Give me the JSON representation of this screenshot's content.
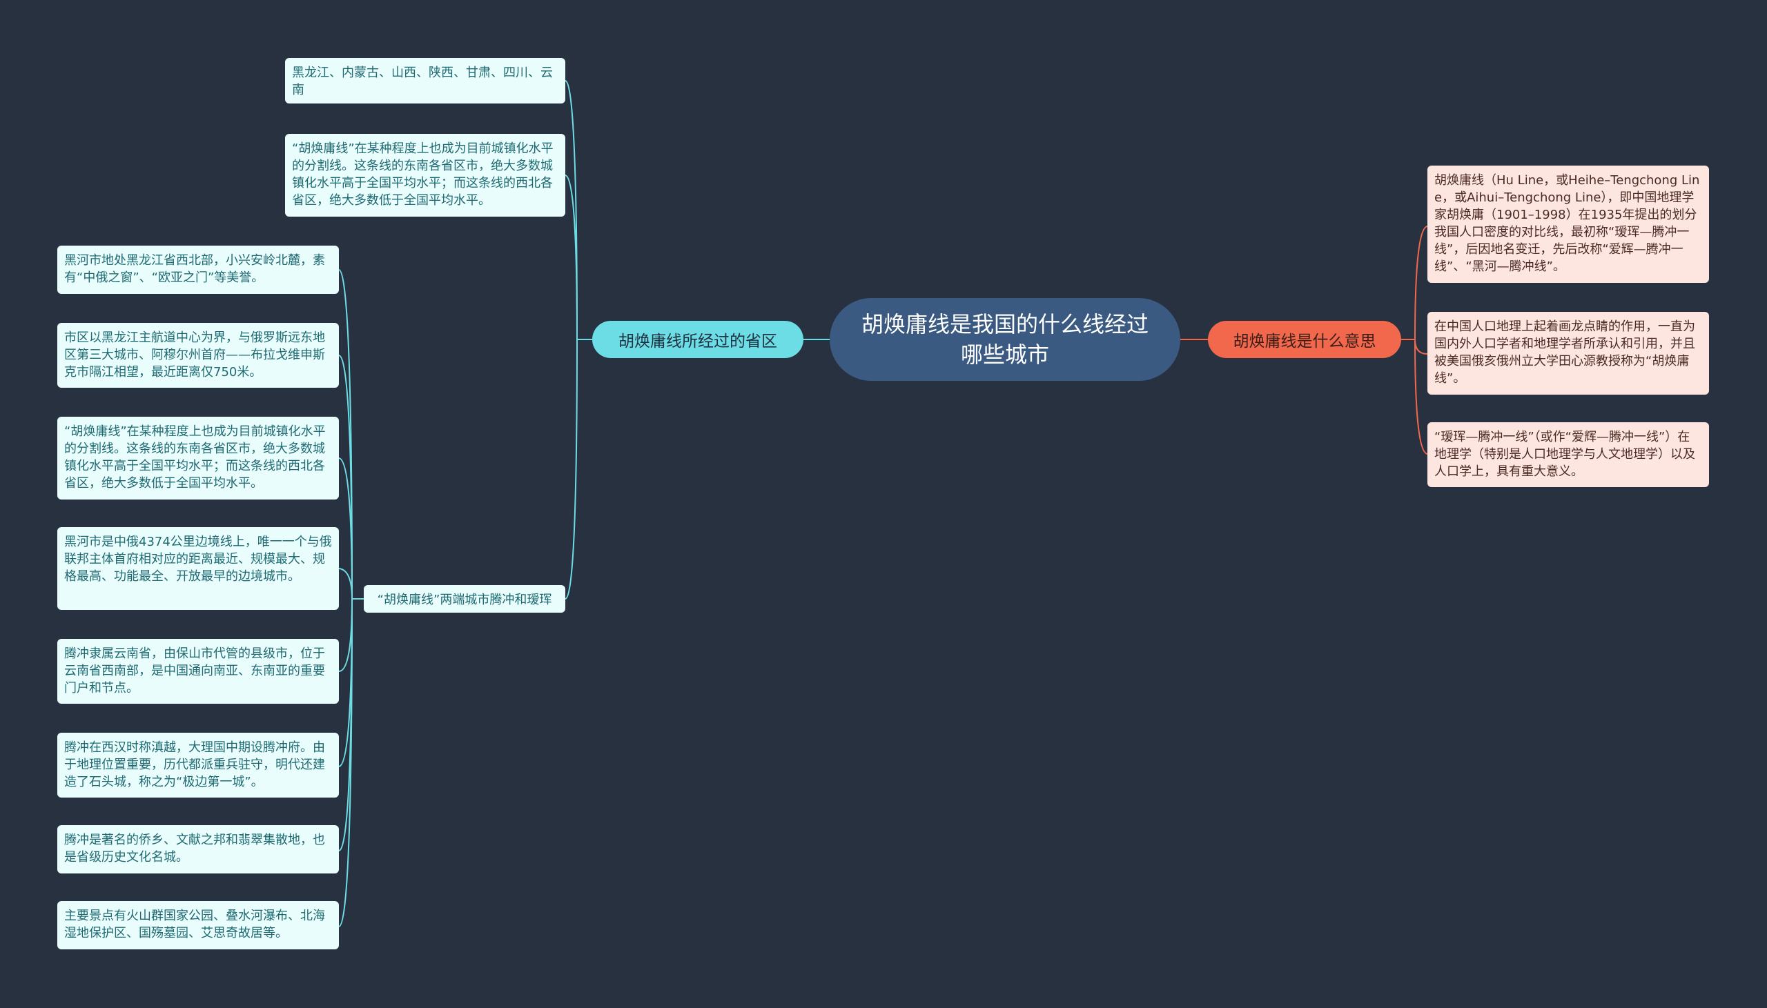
{
  "root": {
    "title": "胡焕庸线是我国的什么线经过哪些城市"
  },
  "left_branch": {
    "label": "胡焕庸线所经过的省区",
    "children": [
      "黑龙江、内蒙古、山西、陕西、甘肃、四川、云南",
      "“胡焕庸线”在某种程度上也成为目前城镇化水平的分割线。这条线的东南各省区市，绝大多数城镇化水平高于全国平均水平；而这条线的西北各省区，绝大多数低于全国平均水平。"
    ],
    "sub_branch": {
      "label": "“胡焕庸线”两端城市腾冲和瑷珲",
      "children": [
        "黑河市地处黑龙江省西北部，小兴安岭北麓，素有“中俄之窗”、“欧亚之门”等美誉。",
        "市区以黑龙江主航道中心为界，与俄罗斯远东地区第三大城市、阿穆尔州首府——布拉戈维申斯克市隔江相望，最近距离仅750米。",
        "“胡焕庸线”在某种程度上也成为目前城镇化水平的分割线。这条线的东南各省区市，绝大多数城镇化水平高于全国平均水平；而这条线的西北各省区，绝大多数低于全国平均水平。",
        "黑河市是中俄4374公里边境线上，唯一一个与俄联邦主体首府相对应的距离最近、规模最大、规格最高、功能最全、开放最早的边境城市。",
        "腾冲隶属云南省，由保山市代管的县级市，位于云南省西南部，是中国通向南亚、东南亚的重要门户和节点。",
        "腾冲在西汉时称滇越，大理国中期设腾冲府。由于地理位置重要，历代都派重兵驻守，明代还建造了石头城，称之为“极边第一城”。",
        "腾冲是著名的侨乡、文献之邦和翡翠集散地，也是省级历史文化名城。",
        "主要景点有火山群国家公园、叠水河瀑布、北海湿地保护区、国殇墓园、艾思奇故居等。"
      ]
    }
  },
  "right_branch": {
    "label": "胡焕庸线是什么意思",
    "children": [
      "胡焕庸线（Hu Line，或Heihe–Tengchong Line，或Aihui–Tengchong Line），即中国地理学家胡焕庸（1901–1998）在1935年提出的划分我国人口密度的对比线，最初称“瑷珲—腾冲一线”，后因地名变迁，先后改称“爱辉—腾冲一线”、“黑河—腾冲线”。",
      "在中国人口地理上起着画龙点睛的作用，一直为国内外人口学者和地理学者所承认和引用，并且被美国俄亥俄州立大学田心源教授称为“胡焕庸线”。",
      "“瑷珲—腾冲一线”（或作“爱辉—腾冲一线”）在地理学（特别是人口地理学与人文地理学）以及人口学上，具有重大意义。"
    ]
  },
  "colors": {
    "background": "#283140",
    "root": "#3b5a82",
    "left_branch": "#6cdde4",
    "right_branch": "#f2684c",
    "left_link": "#6cdde4",
    "right_link": "#f2684c"
  }
}
